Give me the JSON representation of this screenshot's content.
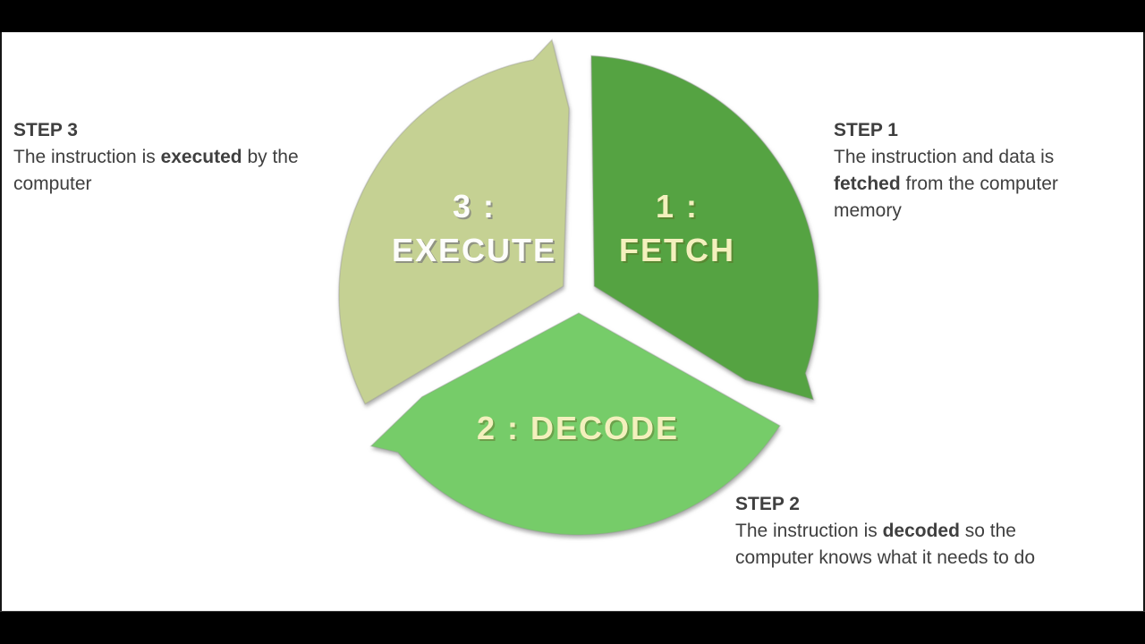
{
  "colors": {
    "background": "#ffffff",
    "letterbox": "#000000",
    "body_text": "#3f3f3f"
  },
  "diagram": {
    "segments": [
      {
        "id": "fetch",
        "lines": [
          "1 :",
          "FETCH"
        ],
        "fill": "#55a342",
        "label_color": "#f3f0bd"
      },
      {
        "id": "decode",
        "lines": [
          "2 : DECODE",
          ""
        ],
        "fill": "#76cc69",
        "label_color": "#f3f0bd"
      },
      {
        "id": "execute",
        "lines": [
          "3 :",
          "EXECUTE"
        ],
        "fill": "#c5d193",
        "label_color": "#fdfdfb"
      }
    ]
  },
  "steps": [
    {
      "title": "STEP 1",
      "before": "The instruction and data is ",
      "keyword": "fetched",
      "after": " from the computer memory"
    },
    {
      "title": "STEP 2",
      "before": "The instruction is ",
      "keyword": "decoded",
      "after": " so the computer knows what it needs to do"
    },
    {
      "title": "STEP 3",
      "before": "The instruction is ",
      "keyword": "executed",
      "after": " by the computer"
    }
  ]
}
